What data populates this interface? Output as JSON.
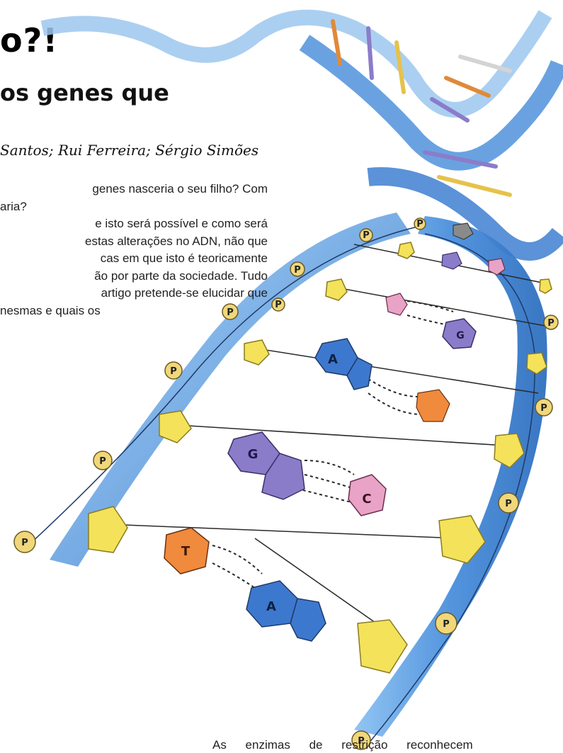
{
  "article": {
    "title_fragment": "o?!",
    "subtitle_fragment": "os genes que",
    "authors_fragment": "Santos; Rui Ferreira; Sérgio Simões",
    "body_lines": [
      "genes nasceria o seu filho? Com",
      "aria?",
      "e isto será possível e como será",
      "estas alterações no ADN, não que",
      "cas em que isto é teoricamente",
      "ão por parte da sociedade. Tudo",
      "artigo pretende-se elucidar que",
      "nesmas e quais os"
    ],
    "footer_fragment": "As enzimas de restrição reconhecem"
  },
  "dna_illustration": {
    "phosphate_label": "P",
    "base_labels": [
      "A",
      "G",
      "C",
      "T",
      "A",
      "G"
    ],
    "colors": {
      "backbone": "#4a8fdc",
      "backbone_light": "#8cc2f2",
      "sugar": "#f4e25a",
      "phosphate": "#f1d77a",
      "adenine": "#3d78cf",
      "guanine": "#8b7cc9",
      "cytosine": "#e8a3c6",
      "thymine": "#f08a3c"
    }
  }
}
